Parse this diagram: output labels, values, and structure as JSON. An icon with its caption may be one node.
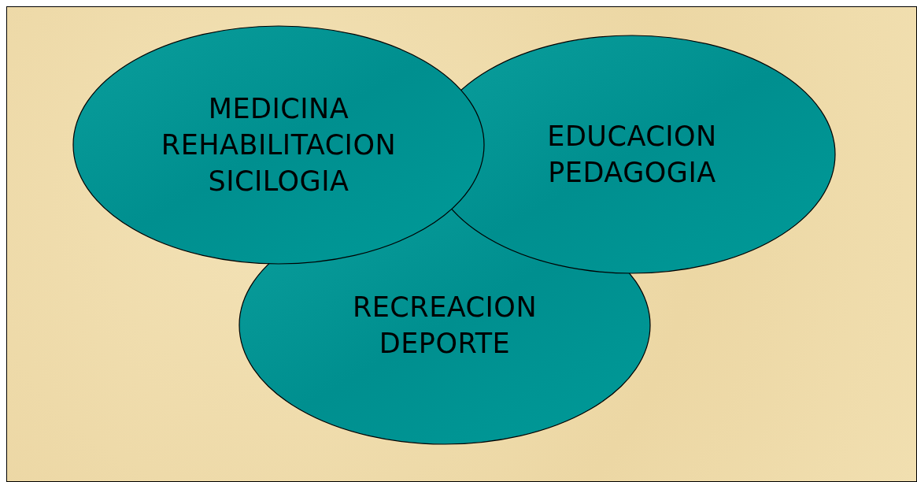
{
  "diagram": {
    "nodes": [
      {
        "text": [
          "MEDICINA",
          "REHABILITACION",
          "SICILOGIA"
        ]
      },
      {
        "text": [
          "EDUCACION",
          "PEDAGOGIA"
        ]
      },
      {
        "text": [
          "RECREACION",
          "DEPORTE"
        ]
      }
    ]
  }
}
